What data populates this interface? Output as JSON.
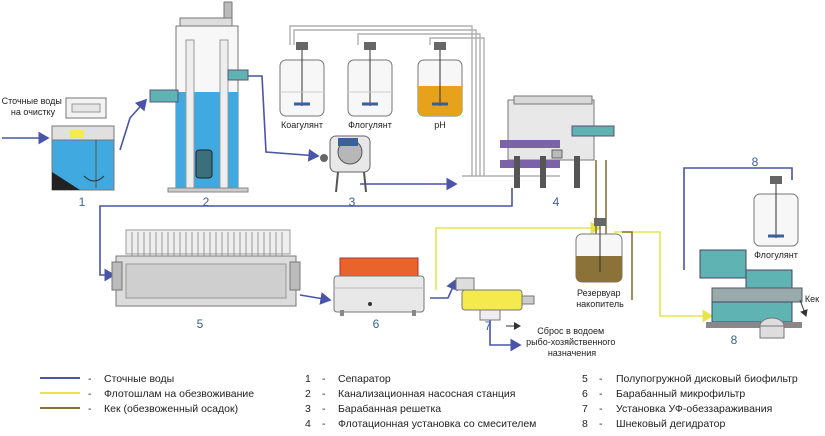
{
  "labels": {
    "inlet": "Сточные воды\nна очистку",
    "coagulant": "Коагулянт",
    "flocculant": "Флогулянт",
    "ph": "pH",
    "flocculant_right": "Флогулянт",
    "reservoir": "Резервуар\nнакопитель",
    "cake": "Кек",
    "discharge": "Сброс в водоем\nрыбо-хозяйственного\nназначения"
  },
  "numbers": [
    "1",
    "2",
    "3",
    "4",
    "5",
    "6",
    "7",
    "8",
    "8"
  ],
  "legend": {
    "dash": "-",
    "lines": [
      {
        "label": "Сточные воды",
        "color": "#4a54a8"
      },
      {
        "label": "Флотошлам на обезвоживание",
        "color": "#e6e64a"
      },
      {
        "label": "Кек (обезвоженный осадок)",
        "color": "#8a7238"
      }
    ],
    "items": [
      {
        "num": "1",
        "label": "Сепаратор"
      },
      {
        "num": "2",
        "label": "Канализационная насосная станция"
      },
      {
        "num": "3",
        "label": "Барабанная решетка"
      },
      {
        "num": "4",
        "label": "Флотационная установка со смесителем"
      },
      {
        "num": "5",
        "label": "Полупогружной дисковый биофильтр"
      },
      {
        "num": "6",
        "label": "Барабанный микрофильтр"
      },
      {
        "num": "7",
        "label": "Установка УФ-обеззараживания"
      },
      {
        "num": "8",
        "label": "Шнековый дегидратор"
      }
    ]
  },
  "colors": {
    "water": "#4a54a8",
    "sludge": "#e6e64a",
    "cake": "#8a7238",
    "tank_water": "#3fa9e0",
    "ph_fill": "#e6a21a",
    "number": "#3a5f9a",
    "teal": "#5fb3b3",
    "orange": "#e8642a"
  }
}
